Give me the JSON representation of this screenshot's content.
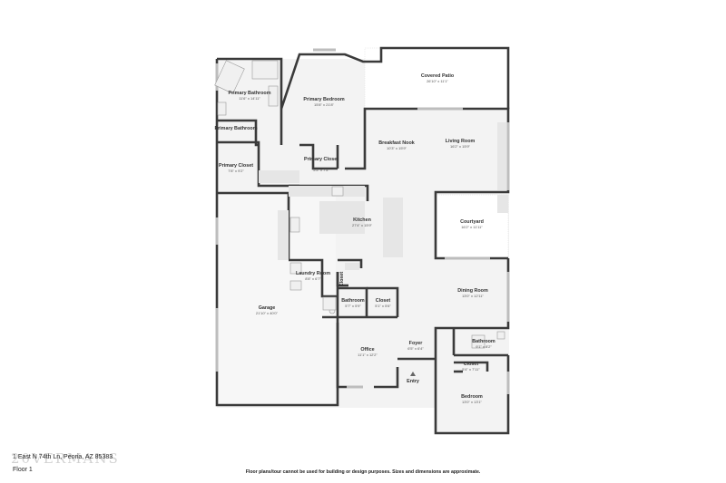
{
  "plan": {
    "rooms": [
      {
        "id": "covered-patio",
        "name": "Covered Patio",
        "dims": "26'10\" x 11'1\""
      },
      {
        "id": "primary-bedroom",
        "name": "Primary Bedroom",
        "dims": "15'8\" x 21'8\""
      },
      {
        "id": "primary-bathroom-1",
        "name": "Primary Bathroom",
        "dims": "11'6\" x 14'11\""
      },
      {
        "id": "primary-bathroom-2",
        "name": "Primary Bathroom",
        "dims": ""
      },
      {
        "id": "primary-closet-1",
        "name": "Primary Closet",
        "dims": "7'8\" x 9'2\""
      },
      {
        "id": "primary-closet-2",
        "name": "Primary Closet",
        "dims": "5'5\" x 7'5\""
      },
      {
        "id": "breakfast-nook",
        "name": "Breakfast Nook",
        "dims": "10'3\" x 15'9\""
      },
      {
        "id": "living-room",
        "name": "Living Room",
        "dims": "16'2\" x 15'9\""
      },
      {
        "id": "kitchen",
        "name": "Kitchen",
        "dims": "27'4\" x 15'9\""
      },
      {
        "id": "courtyard",
        "name": "Courtyard",
        "dims": "16'2\" x 11'11\""
      },
      {
        "id": "laundry-room",
        "name": "Laundry Room",
        "dims": "8'8\" x 6'7\""
      },
      {
        "id": "closet-small",
        "name": "Closet",
        "dims": ""
      },
      {
        "id": "garage",
        "name": "Garage",
        "dims": "21'10\" x 40'0\""
      },
      {
        "id": "bathroom-1",
        "name": "Bathroom",
        "dims": "5'7\" x 5'9\""
      },
      {
        "id": "closet-1",
        "name": "Closet",
        "dims": "5'1\" x 5'6\""
      },
      {
        "id": "dining-room",
        "name": "Dining Room",
        "dims": "13'0\" x 12'11\""
      },
      {
        "id": "office",
        "name": "Office",
        "dims": "11'1\" x 12'2\""
      },
      {
        "id": "foyer",
        "name": "Foyer",
        "dims": "6'5\" x 6'4\""
      },
      {
        "id": "bathroom-2",
        "name": "Bathroom",
        "dims": "9'1\" x 8'2\""
      },
      {
        "id": "closet-2",
        "name": "Closet",
        "dims": "5'4\" x 7'11\""
      },
      {
        "id": "bedroom",
        "name": "Bedroom",
        "dims": "13'0\" x 13'1\""
      }
    ],
    "entry_label": "Entry"
  },
  "footer": {
    "address": "1 East N 74th Ln, Peoria, AZ 85383",
    "floor": "Floor 1",
    "disclaimer": "Floor plans/tour cannot be used for building or design purposes. Sizes and dimensions are approximate.",
    "watermark": "20VERMANS"
  },
  "colors": {
    "wall": "#3a3a3a",
    "floor": "#f3f3f3",
    "patio": "#ffffff"
  }
}
